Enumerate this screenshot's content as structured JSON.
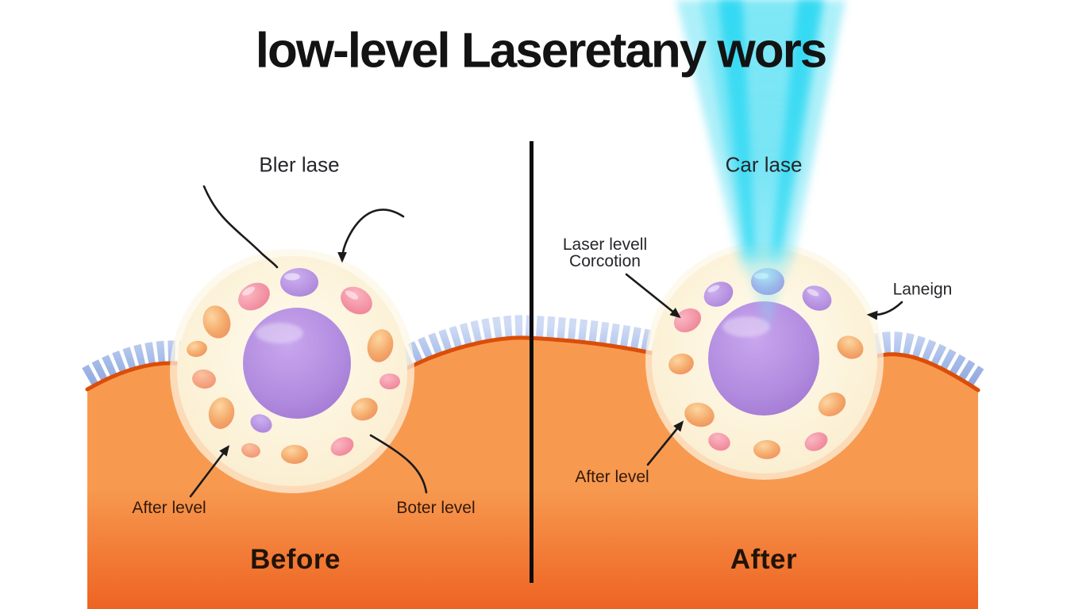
{
  "title": "low-level Laseretany wors",
  "before_panel": {
    "name": "Before",
    "cell_label": "Bler lase",
    "after_level_label": "After level",
    "boter_level_label": "Boter level"
  },
  "after_panel": {
    "name": "After",
    "beam_label": "Car lase",
    "correction_line1": "Laser levell",
    "correction_line2": "Corcotion",
    "laneign_label": "Laneign",
    "after_level_label": "After level"
  },
  "colors": {
    "background": "#ffffff",
    "skin_top": "#f79a50",
    "skin_bottom": "#ee6322",
    "skin_edge_line": "#db4d08",
    "bristle_blue": "#a5bbe8",
    "cell_body": "#fbf0d4",
    "nucleus_purple": "#b08ade",
    "organelle_pink": "#f08ca0",
    "organelle_orange": "#f2a163",
    "organelle_lavender": "#b692de",
    "laser_cyan": "#55dff2",
    "divider": "#0d0d0d"
  }
}
